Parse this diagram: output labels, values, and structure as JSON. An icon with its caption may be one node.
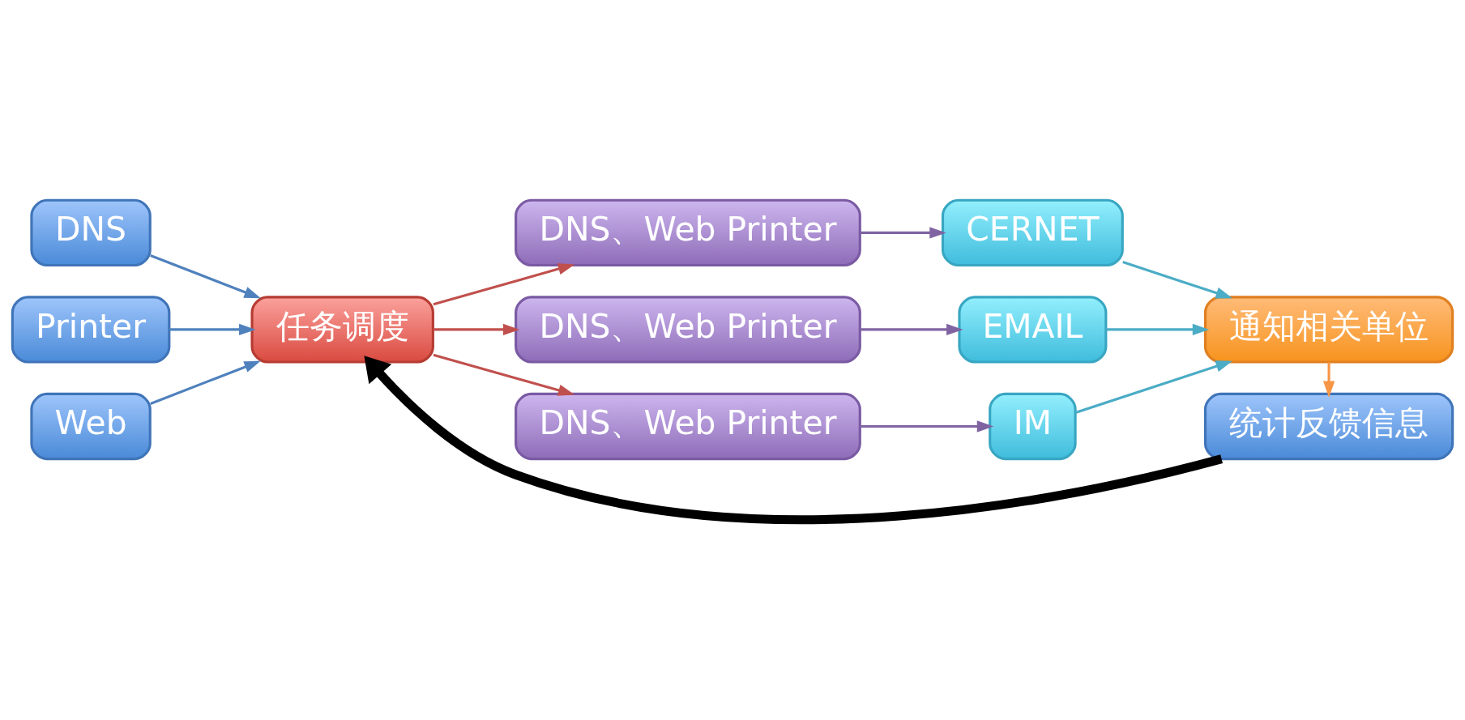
{
  "diagram": {
    "nodes": [
      {
        "text": [
          "DNS"
        ]
      },
      {
        "text": [
          "Printer"
        ]
      },
      {
        "text": [
          "Web"
        ]
      },
      {
        "text": [
          "任务调度"
        ]
      },
      {
        "text": [
          "DNS、Web Printer"
        ]
      },
      {
        "text": [
          "DNS、Web Printer"
        ]
      },
      {
        "text": [
          "DNS、Web Printer"
        ]
      },
      {
        "text": [
          "CERNET"
        ]
      },
      {
        "text": [
          "EMAIL"
        ]
      },
      {
        "text": [
          "IM"
        ]
      },
      {
        "text": [
          "通知相关单位"
        ]
      },
      {
        "text": [
          "统计反馈信息"
        ]
      }
    ],
    "edges": [
      {
        "from": 0,
        "to": 3,
        "arrow": "to",
        "color": "#4f81bd"
      },
      {
        "from": 1,
        "to": 3,
        "arrow": "to",
        "color": "#4f81bd"
      },
      {
        "from": 2,
        "to": 3,
        "arrow": "to",
        "color": "#4f81bd"
      },
      {
        "from": 3,
        "to": 4,
        "arrow": "to",
        "color": "#c0504d"
      },
      {
        "from": 3,
        "to": 5,
        "arrow": "to",
        "color": "#c0504d"
      },
      {
        "from": 3,
        "to": 6,
        "arrow": "to",
        "color": "#c0504d"
      },
      {
        "from": 4,
        "to": 7,
        "arrow": "to",
        "color": "#8064a2"
      },
      {
        "from": 5,
        "to": 8,
        "arrow": "to",
        "color": "#8064a2"
      },
      {
        "from": 6,
        "to": 9,
        "arrow": "to",
        "color": "#8064a2"
      },
      {
        "from": 7,
        "to": 10,
        "arrow": "to",
        "color": "#4bacc6"
      },
      {
        "from": 8,
        "to": 10,
        "arrow": "to",
        "color": "#4bacc6"
      },
      {
        "from": 9,
        "to": 10,
        "arrow": "to",
        "color": "#4bacc6"
      },
      {
        "from": 10,
        "to": 11,
        "arrow": "to",
        "color": "#f79646"
      },
      {
        "from": 11,
        "to": 3,
        "arrow": "to",
        "style": "thick",
        "color": "#000000"
      }
    ]
  }
}
